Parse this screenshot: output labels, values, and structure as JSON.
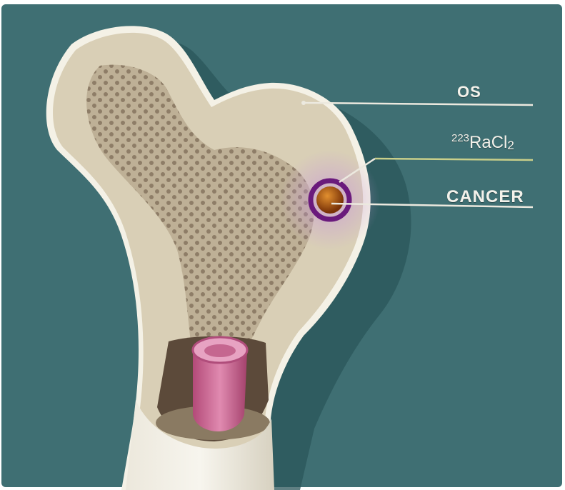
{
  "labels": {
    "bone": "OS",
    "radium_sup": "223",
    "radium_main": "RaCl",
    "radium_sub": "2",
    "cancer": "CANCER"
  },
  "colors": {
    "background": "#3f6f73",
    "bone_fill": "#d9cfb6",
    "bone_outline": "#f4f1e6",
    "spongy_core": "#a8977c",
    "marrow_cylinder": "#c35f86",
    "tumor": "#9c4a14",
    "radium_ring": "#6a1a7c",
    "leader_line": "#ece9df",
    "radium_leader_line": "#c9cf8a"
  },
  "icons": {
    "bone": "femur-cross-section-illustration",
    "tumor": "tumor-dot-icon"
  }
}
